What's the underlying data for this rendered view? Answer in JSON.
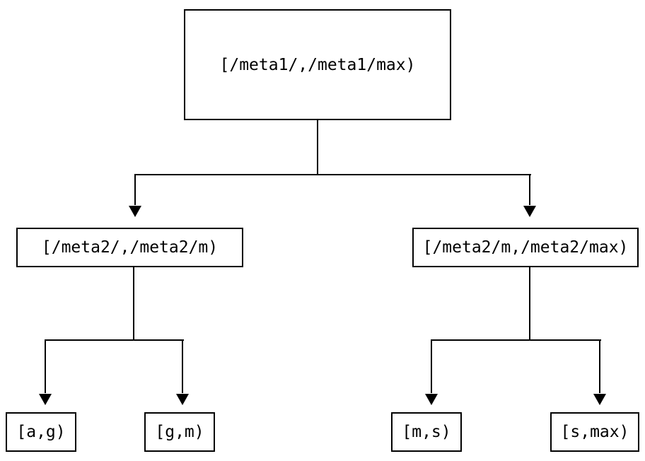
{
  "diagram": {
    "type": "binary-range-tree",
    "background_color": "#ffffff",
    "line_color": "#000000",
    "text_color": "#000000",
    "nodes": {
      "root": {
        "label": "[/meta1/,/meta1/max)"
      },
      "meta2_low": {
        "label": "[/meta2/,/meta2/m)"
      },
      "meta2_high": {
        "label": "[/meta2/m,/meta2/max)"
      },
      "leaf_a_g": {
        "label": "[a,g)"
      },
      "leaf_g_m": {
        "label": "[g,m)"
      },
      "leaf_m_s": {
        "label": "[m,s)"
      },
      "leaf_s_max": {
        "label": "[s,max)"
      }
    },
    "edges": [
      {
        "from": "root",
        "to": "meta2_low"
      },
      {
        "from": "root",
        "to": "meta2_high"
      },
      {
        "from": "meta2_low",
        "to": "leaf_a_g"
      },
      {
        "from": "meta2_low",
        "to": "leaf_g_m"
      },
      {
        "from": "meta2_high",
        "to": "leaf_m_s"
      },
      {
        "from": "meta2_high",
        "to": "leaf_s_max"
      }
    ]
  }
}
